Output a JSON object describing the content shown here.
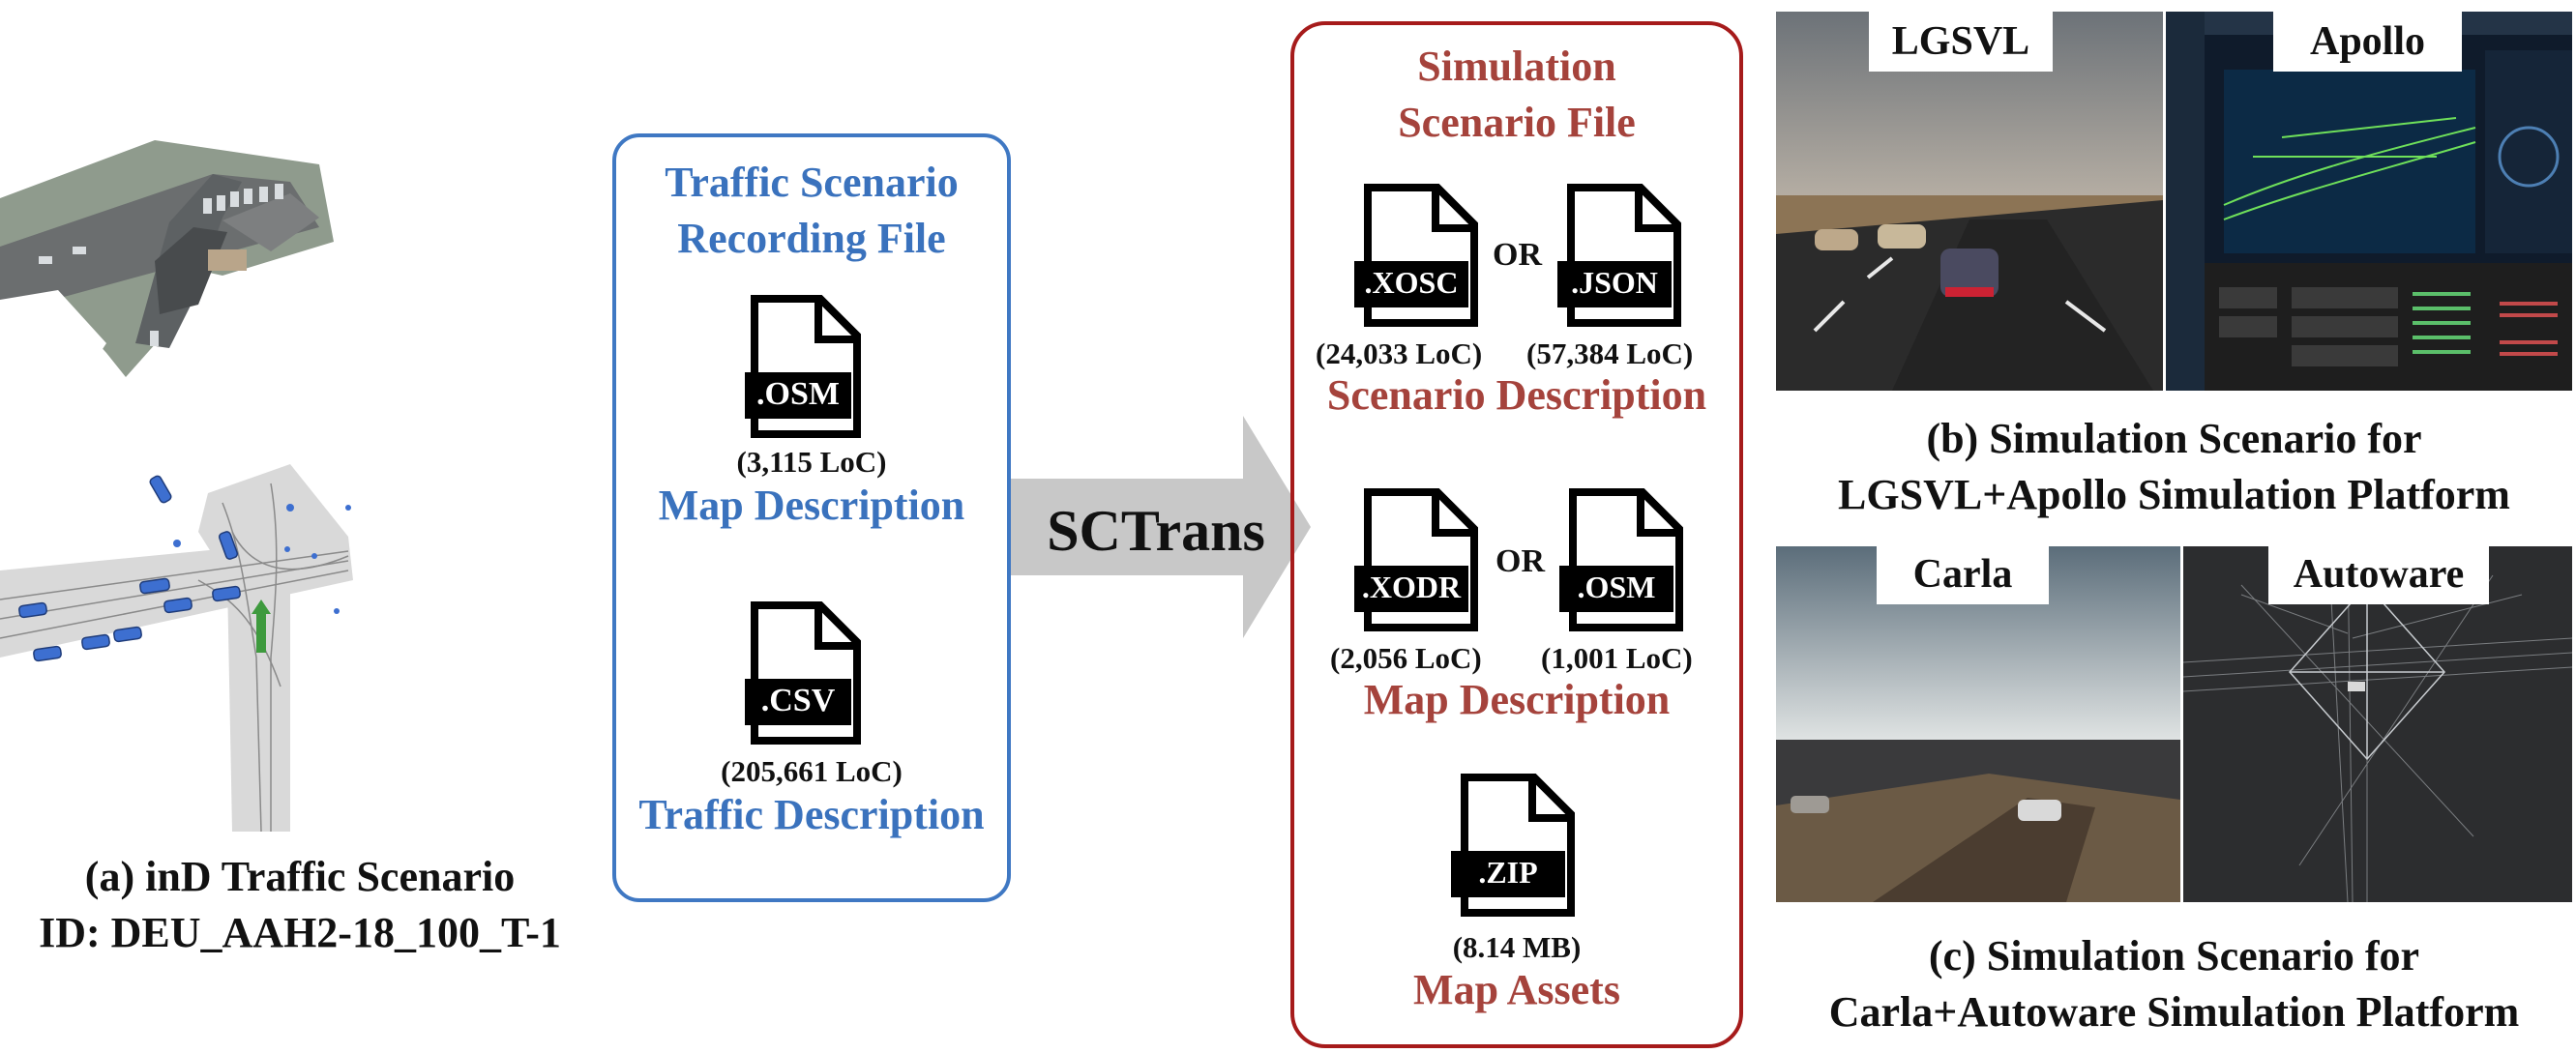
{
  "left_panel": {
    "caption_line1": "(a) inD Traffic Scenario",
    "caption_line2": "ID: DEU_AAH2-18_100_T-1"
  },
  "recording_box": {
    "title_line1": "Traffic Scenario",
    "title_line2": "Recording File",
    "map_file": {
      "ext": ".OSM",
      "loc": "(3,115 LoC)",
      "label": "Map Description"
    },
    "traffic_file": {
      "ext": ".CSV",
      "loc": "(205,661 LoC)",
      "label": "Traffic Description"
    }
  },
  "arrow": {
    "label": "SCTrans"
  },
  "simulation_box": {
    "title_line1": "Simulation",
    "title_line2": "Scenario File",
    "or_word": "OR",
    "scenario": {
      "file_a": {
        "ext": ".XOSC",
        "loc": "(24,033 LoC)"
      },
      "file_b": {
        "ext": ".JSON",
        "loc": "(57,384 LoC)"
      },
      "label": "Scenario Description"
    },
    "map": {
      "file_a": {
        "ext": ".XODR",
        "loc": "(2,056 LoC)"
      },
      "file_b": {
        "ext": ".OSM",
        "loc": "(1,001 LoC)"
      },
      "label": "Map Description"
    },
    "assets": {
      "ext": ".ZIP",
      "size": "(8.14 MB)",
      "label": "Map Assets"
    }
  },
  "platform_b": {
    "sim_label": "LGSVL",
    "ads_label": "Apollo",
    "caption_line1": "(b) Simulation Scenario for",
    "caption_line2": "LGSVL+Apollo Simulation Platform"
  },
  "platform_c": {
    "sim_label": "Carla",
    "ads_label": "Autoware",
    "caption_line1": "(c) Simulation Scenario for",
    "caption_line2": "Carla+Autoware Simulation Platform"
  },
  "colors": {
    "recording_accent": "#3f78c3",
    "simulation_accent": "#a61b1b",
    "simulation_text": "#a5433c",
    "arrow_fill": "#c8c8c8"
  },
  "icons": [
    "document-icon",
    "arrow-right-icon"
  ]
}
